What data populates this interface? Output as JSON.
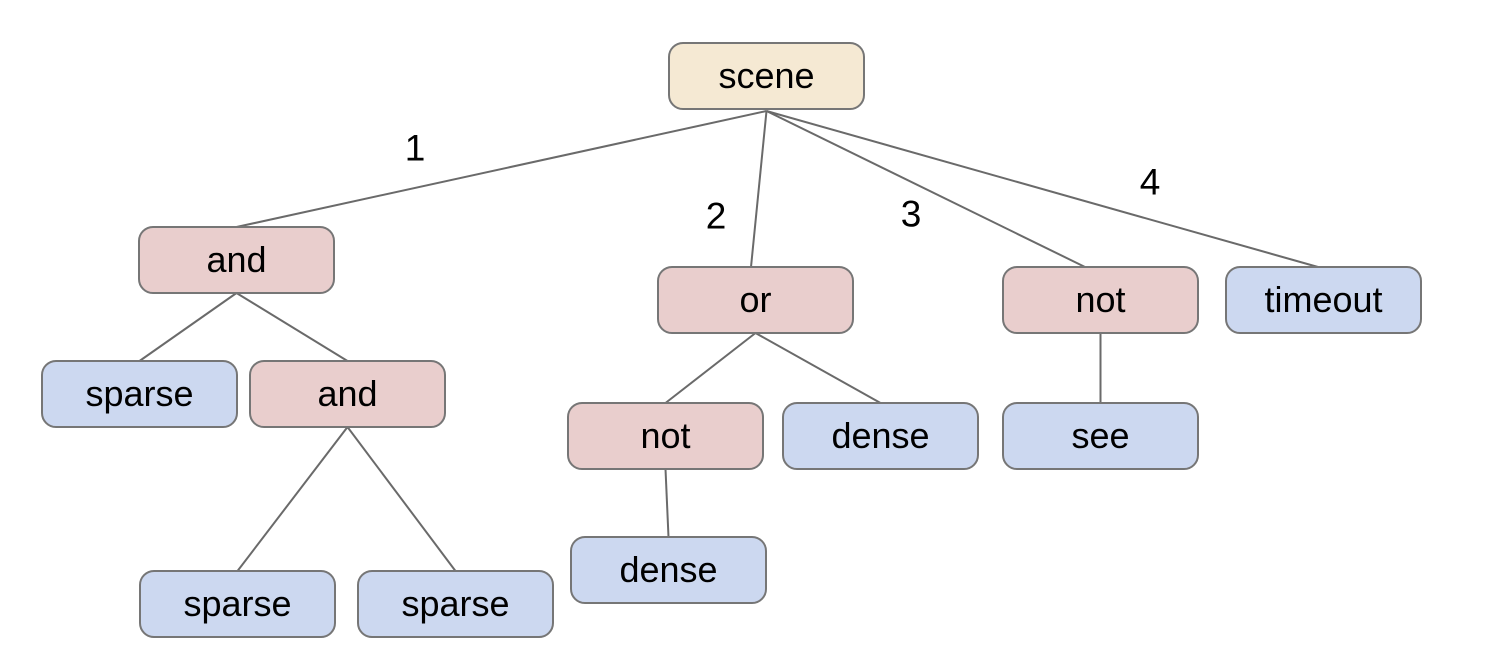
{
  "palette": {
    "canvas_bg": "#ffffff",
    "root_fill": "#f5e9d3",
    "operator_fill": "#e9cecd",
    "leaf_fill": "#ccd8f0",
    "node_border": "#767676",
    "edge_color": "#6a6a6a",
    "text_color": "#000000"
  },
  "nodes": {
    "scene": {
      "label": "scene",
      "role": "root"
    },
    "and_1": {
      "label": "and",
      "role": "operator"
    },
    "or_1": {
      "label": "or",
      "role": "operator"
    },
    "not_1": {
      "label": "not",
      "role": "operator"
    },
    "timeout_1": {
      "label": "timeout",
      "role": "leaf"
    },
    "sparse_1": {
      "label": "sparse",
      "role": "leaf"
    },
    "and_2": {
      "label": "and",
      "role": "operator"
    },
    "not_2": {
      "label": "not",
      "role": "operator"
    },
    "dense_1": {
      "label": "dense",
      "role": "leaf"
    },
    "see_1": {
      "label": "see",
      "role": "leaf"
    },
    "dense_2": {
      "label": "dense",
      "role": "leaf"
    },
    "sparse_2": {
      "label": "sparse",
      "role": "leaf"
    },
    "sparse_3": {
      "label": "sparse",
      "role": "leaf"
    }
  },
  "edges": [
    {
      "from": "scene",
      "to": "and_1",
      "label": "1"
    },
    {
      "from": "scene",
      "to": "or_1",
      "label": "2"
    },
    {
      "from": "scene",
      "to": "not_1",
      "label": "3"
    },
    {
      "from": "scene",
      "to": "timeout_1",
      "label": "4"
    },
    {
      "from": "and_1",
      "to": "sparse_1",
      "label": ""
    },
    {
      "from": "and_1",
      "to": "and_2",
      "label": ""
    },
    {
      "from": "and_2",
      "to": "sparse_2",
      "label": ""
    },
    {
      "from": "and_2",
      "to": "sparse_3",
      "label": ""
    },
    {
      "from": "or_1",
      "to": "not_2",
      "label": ""
    },
    {
      "from": "or_1",
      "to": "dense_1",
      "label": ""
    },
    {
      "from": "not_2",
      "to": "dense_2",
      "label": ""
    },
    {
      "from": "not_1",
      "to": "see_1",
      "label": ""
    }
  ],
  "tree": {
    "root": "scene",
    "children": [
      {
        "branch": "1",
        "node": "and",
        "children": [
          {
            "node": "sparse"
          },
          {
            "node": "and",
            "children": [
              {
                "node": "sparse"
              },
              {
                "node": "sparse"
              }
            ]
          }
        ]
      },
      {
        "branch": "2",
        "node": "or",
        "children": [
          {
            "node": "not",
            "children": [
              {
                "node": "dense"
              }
            ]
          },
          {
            "node": "dense"
          }
        ]
      },
      {
        "branch": "3",
        "node": "not",
        "children": [
          {
            "node": "see"
          }
        ]
      },
      {
        "branch": "4",
        "node": "timeout"
      }
    ]
  }
}
